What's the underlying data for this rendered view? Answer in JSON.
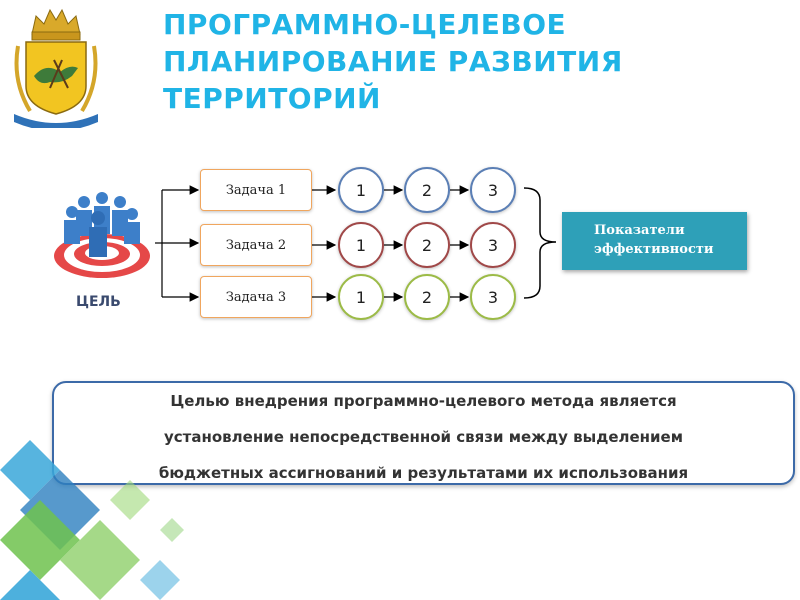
{
  "header": {
    "title_lines": [
      "ПРОГРАММНО-ЦЕЛЕВОЕ",
      "ПЛАНИРОВАНИЕ РАЗВИТИЯ",
      "ТЕРРИТОРИЙ"
    ]
  },
  "goal": {
    "label": "ЦЕЛЬ"
  },
  "tasks": [
    {
      "label": "Задача 1",
      "steps": [
        "1",
        "2",
        "3"
      ]
    },
    {
      "label": "Задача 2",
      "steps": [
        "1",
        "2",
        "3"
      ]
    },
    {
      "label": "Задача 3",
      "steps": [
        "1",
        "2",
        "3"
      ]
    }
  ],
  "indicators": {
    "lines": [
      "Показатели",
      "эффективности"
    ]
  },
  "statement": {
    "lines": [
      "Целью внедрения программно-целевого метода является",
      "установление непосредственной связи между выделением",
      "бюджетных ассигнований и результатами их использования"
    ]
  },
  "colors": {
    "title": "#20b4e6",
    "task_border": "#f0a65e",
    "row1_circle": "#5b7fb5",
    "row2_circle": "#a04848",
    "row3_circle": "#9cbb47",
    "indicator_fill": "#2ea0b8",
    "statement_border": "#3c6aa8"
  }
}
